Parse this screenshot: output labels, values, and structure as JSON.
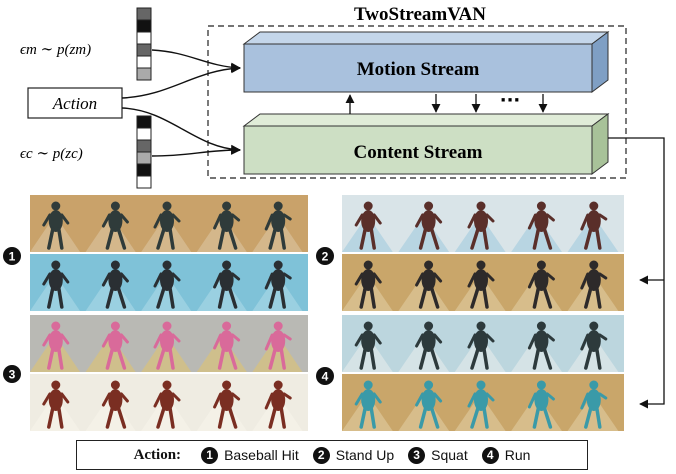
{
  "title": "TwoStreamVAN",
  "inputs": {
    "motion_noise": "ϵm ∼ p(zm)",
    "content_noise": "ϵc ∼ p(zc)",
    "action_label": "Action"
  },
  "streams": {
    "motion": "Motion Stream",
    "content": "Content Stream",
    "ellipsis": "···"
  },
  "colors": {
    "motion_fill": "#a9c1dd",
    "motion_top": "#c4d6ea",
    "motion_side": "#7f9fc4",
    "content_fill": "#cddfc4",
    "content_top": "#e0ecd8",
    "content_side": "#a8c299"
  },
  "noise_vectors": {
    "motion": [
      "#666666",
      "#111111",
      "#ffffff",
      "#666666",
      "#ffffff",
      "#aaaaaa"
    ],
    "content": [
      "#111111",
      "#ffffff",
      "#666666",
      "#aaaaaa",
      "#111111",
      "#ffffff"
    ]
  },
  "samples": [
    {
      "badge": "1",
      "rows": [
        {
          "bg": "#c9a26a",
          "bg2": "#d8c09a",
          "fig": "#2f3b3a"
        },
        {
          "bg": "#7fc2d8",
          "bg2": "#a5d6e6",
          "fig": "#2a2f33"
        }
      ]
    },
    {
      "badge": "2",
      "rows": [
        {
          "bg": "#d9e4e8",
          "bg2": "#a9cfe0",
          "fig": "#5a2f2a"
        },
        {
          "bg": "#c9a66a",
          "bg2": "#ddc79a",
          "fig": "#2d2a2a"
        }
      ]
    },
    {
      "badge": "3",
      "rows": [
        {
          "bg": "#b9b9b4",
          "bg2": "#d9c27a",
          "fig": "#d96a9a"
        },
        {
          "bg": "#efece2",
          "bg2": "#f6f3ea",
          "fig": "#7a2e22"
        }
      ]
    },
    {
      "badge": "4",
      "rows": [
        {
          "bg": "#bcd6de",
          "bg2": "#dfe8ea",
          "fig": "#2d3a3c"
        },
        {
          "bg": "#c9a66a",
          "bg2": "#ddc79a",
          "fig": "#3a9aa8"
        }
      ]
    }
  ],
  "legend": {
    "title": "Action:",
    "items": [
      {
        "badge": "1",
        "label": "Baseball Hit"
      },
      {
        "badge": "2",
        "label": "Stand Up"
      },
      {
        "badge": "3",
        "label": "Squat"
      },
      {
        "badge": "4",
        "label": "Run"
      }
    ]
  }
}
